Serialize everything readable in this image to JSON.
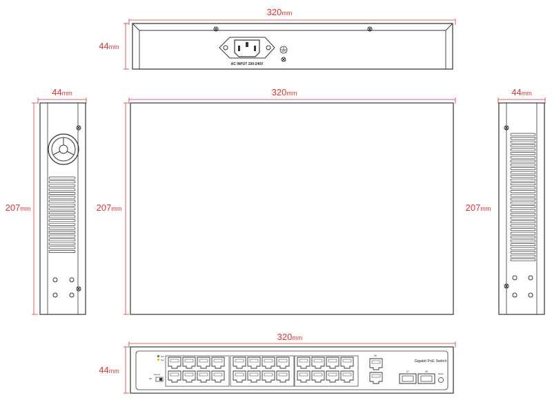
{
  "diagram": {
    "dimensions": {
      "rear_width": {
        "value": "320",
        "unit": "mm"
      },
      "rear_height": {
        "value": "44",
        "unit": "mm"
      },
      "left_width": {
        "value": "44",
        "unit": "mm"
      },
      "left_height": {
        "value": "207",
        "unit": "mm"
      },
      "top_width": {
        "value": "320",
        "unit": "mm"
      },
      "top_height": {
        "value": "207",
        "unit": "mm"
      },
      "right_width": {
        "value": "44",
        "unit": "mm"
      },
      "right_height": {
        "value": "207",
        "unit": "mm"
      },
      "front_width": {
        "value": "320",
        "unit": "mm"
      },
      "front_height": {
        "value": "44",
        "unit": "mm"
      }
    },
    "rear_panel": {
      "power_label": "AC INPUT 100-240V"
    },
    "front_panel": {
      "product_label": "Gigabit PoE Switch",
      "sfp_port_labels": [
        "27",
        "28"
      ],
      "uplink_port_label": "25",
      "led_labels": [
        "Pwr",
        "Sys"
      ],
      "switch_labels": [
        "Extend",
        "Off"
      ],
      "reset_label": "Reset"
    },
    "colors": {
      "dimension": "#e0312f",
      "outline": "#333333",
      "led_green": "#3c9a3c",
      "led_yellow": "#e6c21a"
    }
  }
}
